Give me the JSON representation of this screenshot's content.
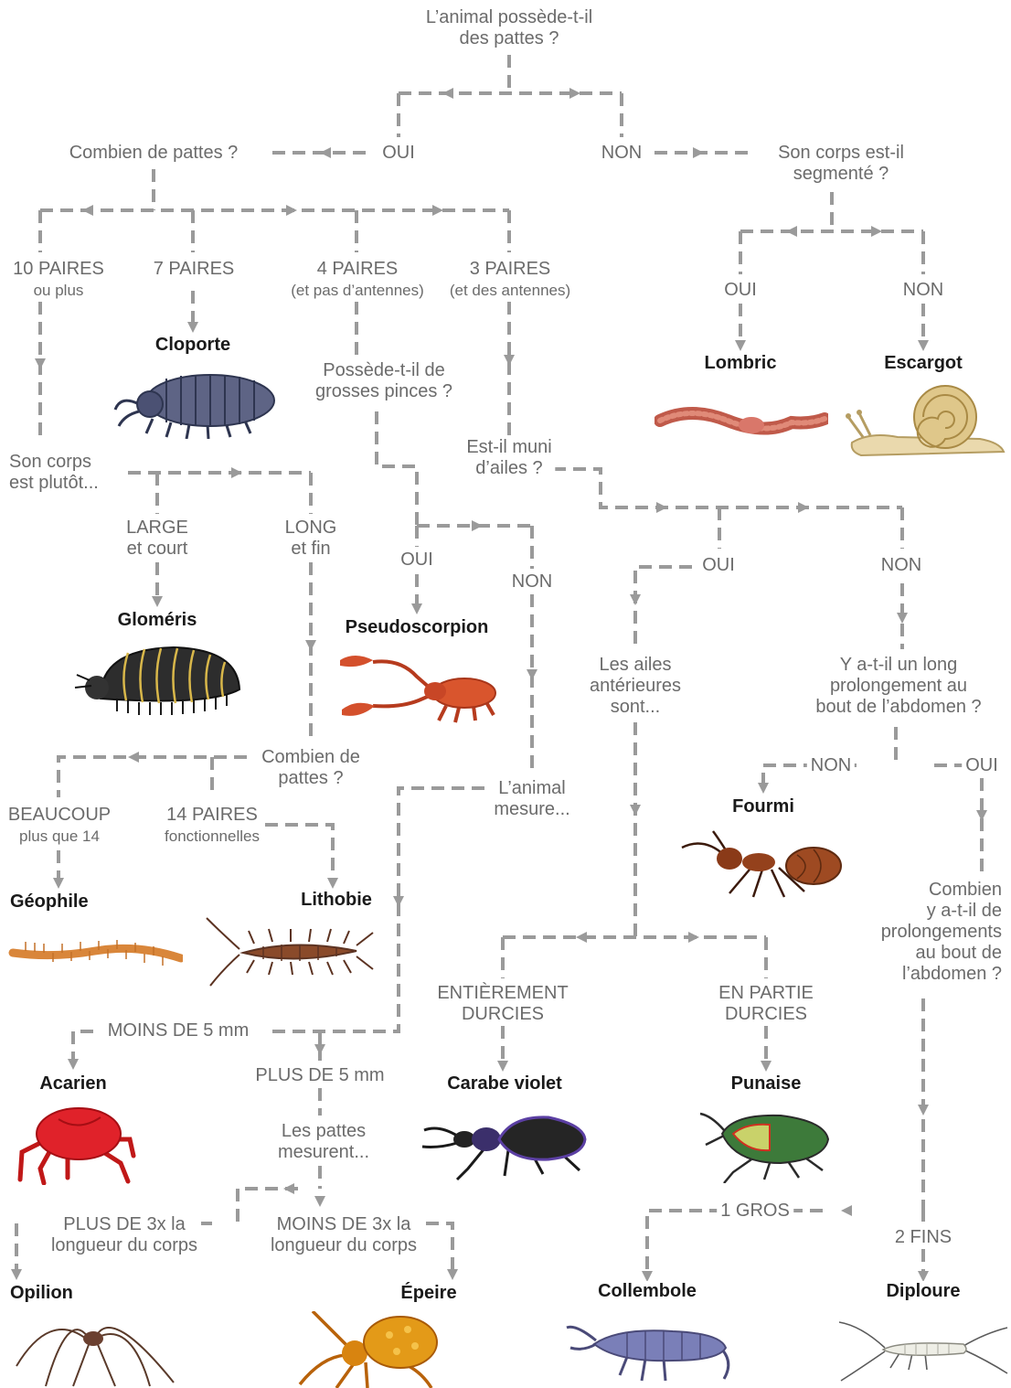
{
  "questions": {
    "has_legs": "L’animal possède-t-il\ndes pattes ?",
    "how_many_legs": "Combien de pattes ?",
    "segmented": "Son corps est-il\nsegmenté ?",
    "body_rather": "Son corps\nest plutôt...",
    "pincers": "Possède-t-il de\ngrosses pinces ?",
    "wings": "Est-il muni\nd’ailes ?",
    "how_many_legs_2": "Combien de\npattes ?",
    "size": "L’animal\nmesure...",
    "front_wings": "Les ailes\nantérieures\nsont...",
    "long_extension": "Y a-t-il un long\nprolongement au\nbout de l’abdomen ?",
    "how_many_extensions": "Combien\ny a-t-il de\nprolongements\nau bout de\nl’abdomen ?",
    "legs_measure": "Les pattes\nmesurent..."
  },
  "answers": {
    "oui_legs": "OUI",
    "non_legs": "NON",
    "ten_pairs": "10 PAIRES",
    "ten_pairs_sub": "ou plus",
    "seven_pairs": "7 PAIRES",
    "four_pairs": "4 PAIRES",
    "four_pairs_sub": "(et pas d’antennes)",
    "three_pairs": "3 PAIRES",
    "three_pairs_sub": "(et des antennes)",
    "oui_segmented": "OUI",
    "non_segmented": "NON",
    "large": "LARGE",
    "large_sub": "et court",
    "long": "LONG",
    "long_sub": "et fin",
    "oui_pincers": "OUI",
    "non_pincers": "NON",
    "oui_wings": "OUI",
    "non_wings": "NON",
    "non_extension": "NON",
    "oui_extension": "OUI",
    "beaucoup": "BEAUCOUP",
    "beaucoup_sub": "plus que 14",
    "fourteen_pairs": "14 PAIRES",
    "fourteen_pairs_sub": "fonctionnelles",
    "entirely_hard": "ENTIÈREMENT\nDURCIES",
    "partly_hard": "EN PARTIE\nDURCIES",
    "less_5mm": "MOINS DE 5 mm",
    "more_5mm": "PLUS DE 5 mm",
    "one_big": "1 GROS",
    "two_thin": "2 FINS",
    "more_3x": "PLUS DE 3x la\nlongueur du corps",
    "less_3x": "MOINS DE 3x la\nlongueur du corps"
  },
  "animals": {
    "cloporte": "Cloporte",
    "lombric": "Lombric",
    "escargot": "Escargot",
    "glomeris": "Gloméris",
    "pseudoscorpion": "Pseudoscorpion",
    "fourmi": "Fourmi",
    "geophile": "Géophile",
    "lithobie": "Lithobie",
    "acarien": "Acarien",
    "carabe": "Carabe violet",
    "punaise": "Punaise",
    "opilion": "Opilion",
    "epeire": "Épeire",
    "collembole": "Collembole",
    "diploure": "Diploure"
  },
  "colors": {
    "connector": "#9a9a9a",
    "label": "#6b6b6b",
    "animal_name": "#1a1a1a"
  }
}
